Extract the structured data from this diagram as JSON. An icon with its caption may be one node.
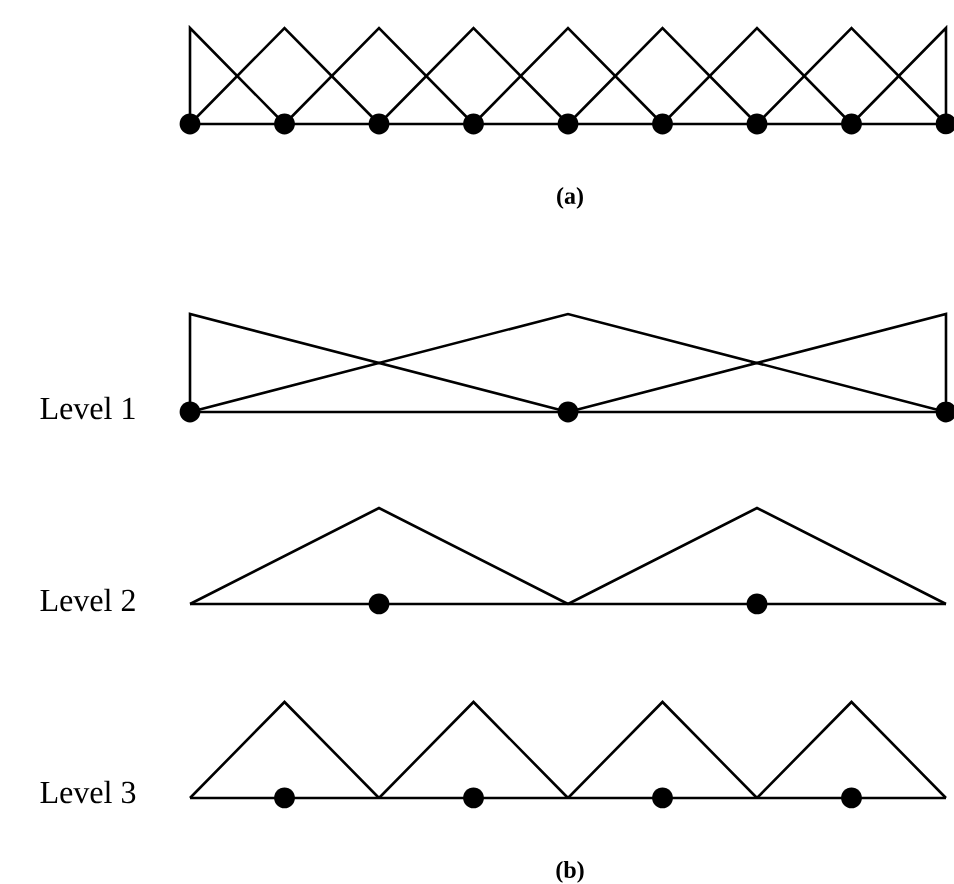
{
  "diagram": {
    "labels": [
      "(a)",
      "Level 1",
      "Level 2",
      "Level 3",
      "(b)"
    ]
  }
}
